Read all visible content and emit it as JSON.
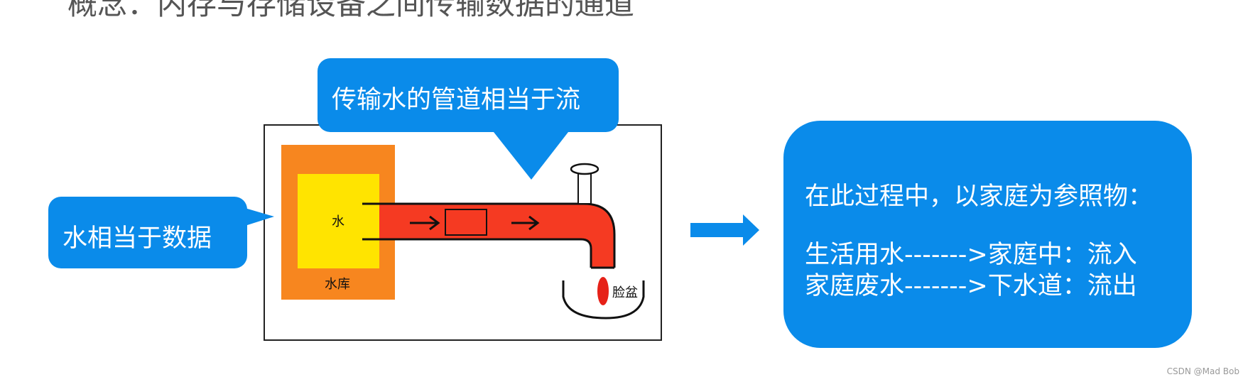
{
  "title_partial": "概念：内存与存储设备之间传输数据的通道",
  "callouts": {
    "pipe": "传输水的管道相当于流",
    "water": "水相当于数据"
  },
  "diagram_labels": {
    "water": "水",
    "reservoir": "水库",
    "basin": "脸盆"
  },
  "info_panel": {
    "line1": "在此过程中，以家庭为参照物：",
    "line2": "生活用水------->家庭中：流入",
    "line3": "家庭废水------->下水道：流出"
  },
  "watermark": "CSDN @Mad Bob",
  "colors": {
    "callout_blue": "#0a8bea",
    "reservoir_orange": "#f7861f",
    "water_yellow": "#ffe400",
    "pipe_red": "#f53a22",
    "arrow_blue": "#0a8bea"
  }
}
